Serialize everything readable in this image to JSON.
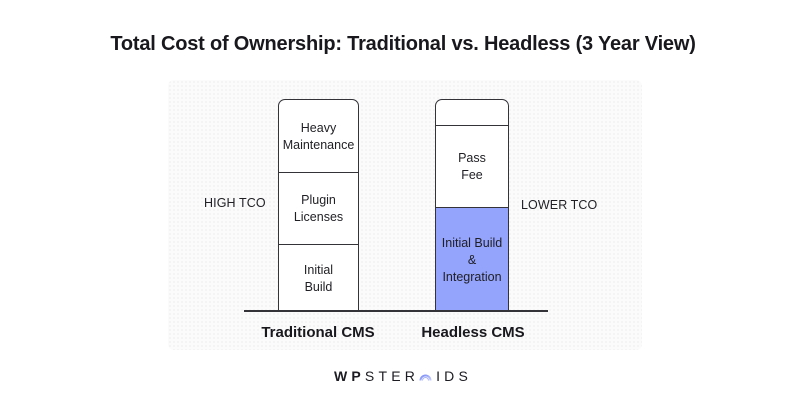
{
  "title": "Total Cost of Ownership: Traditional vs. Headless (3 Year View)",
  "colors": {
    "accent_blue": "#94a3fb",
    "outline": "#333338",
    "text": "#1c1c22"
  },
  "labels": {
    "high_tco": "HIGH TCO",
    "lower_tco": "LOWER TCO"
  },
  "bars": [
    {
      "name": "Traditional CMS",
      "segments_top_to_bottom": [
        {
          "label": "Heavy\nMaintenance",
          "fill": "#ffffff"
        },
        {
          "label": "Plugin\nLicenses",
          "fill": "#ffffff"
        },
        {
          "label": "Initial\nBuild",
          "fill": "#ffffff"
        }
      ]
    },
    {
      "name": "Headless CMS",
      "segments_top_to_bottom": [
        {
          "label": "",
          "fill": "#ffffff"
        },
        {
          "label": "Pass\nFee",
          "fill": "#ffffff"
        },
        {
          "label": "Initial Build\n&\nIntegration",
          "fill": "#94a3fb"
        }
      ]
    }
  ],
  "logo": {
    "part1": "WP",
    "part2": "STER",
    "part3": "IDS"
  }
}
